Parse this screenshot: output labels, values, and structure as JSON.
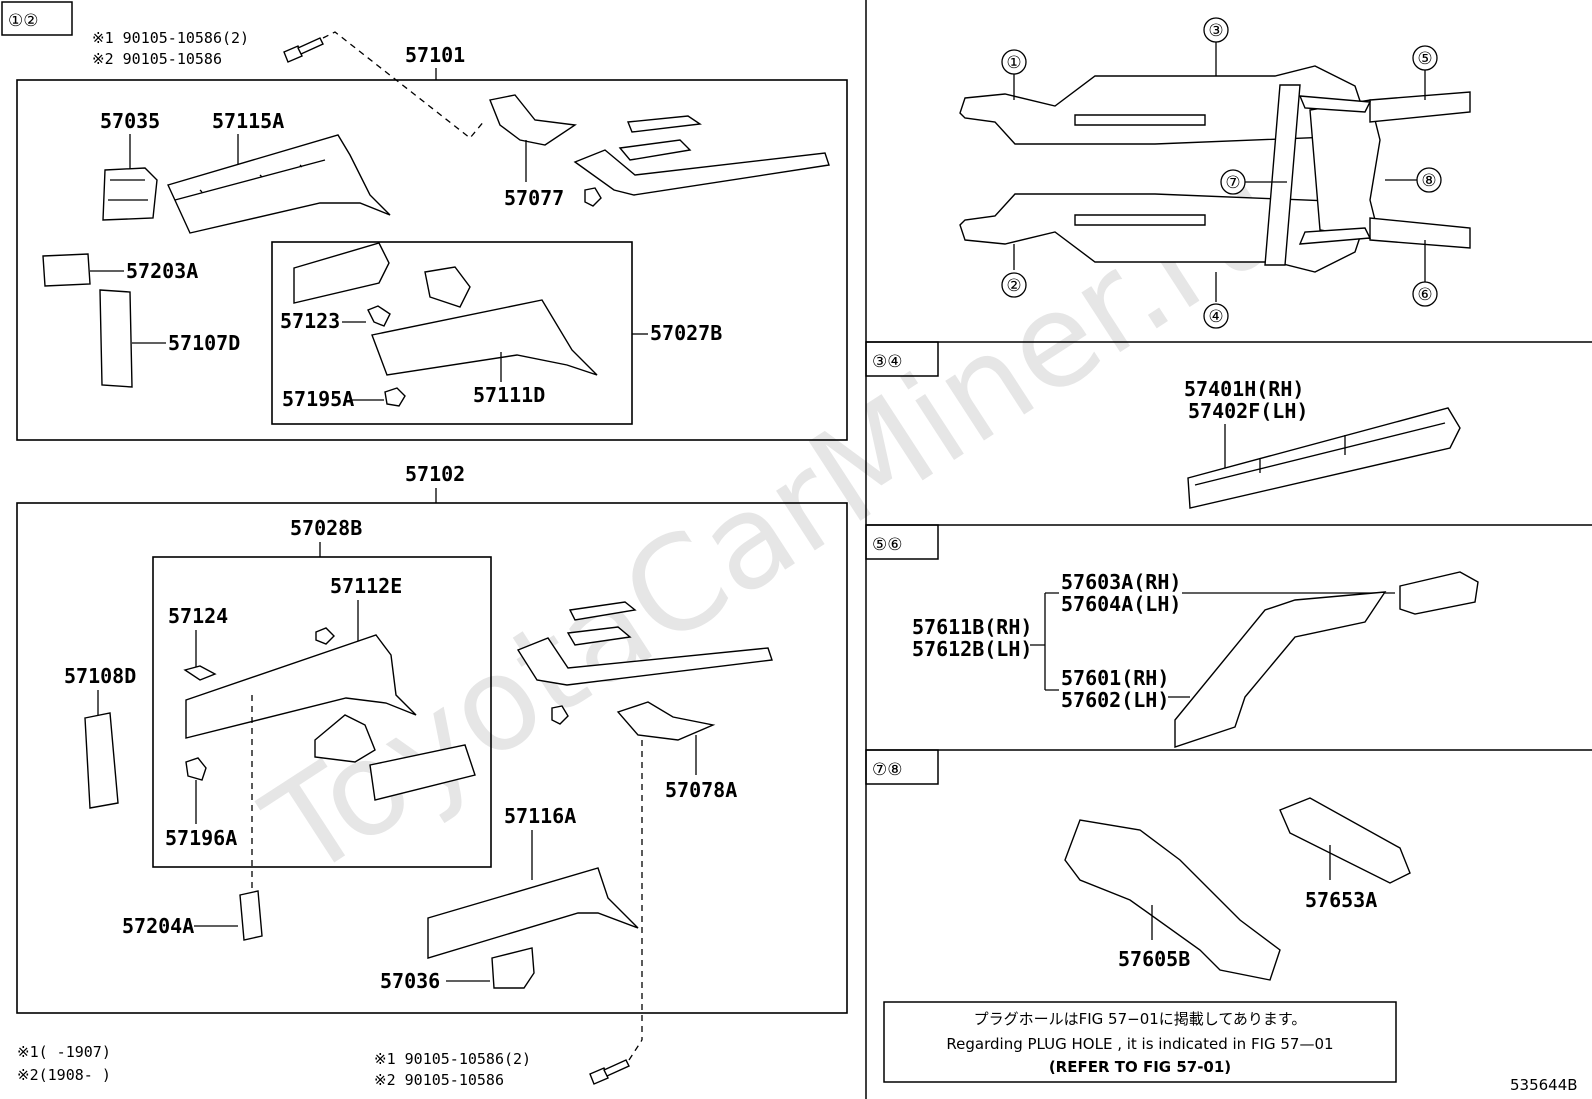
{
  "watermark": "ToyotaCarMiner.ru",
  "header_circles": [
    "①②"
  ],
  "bolt_top": {
    "line1": "※1 90105-10586(2)",
    "line2": "※2 90105-10586"
  },
  "bolt_bottom": {
    "line1": "※1 90105-10586(2)",
    "line2": "※2 90105-10586"
  },
  "footnotes": {
    "n1": "※1(    -1907)",
    "n2": "※2(1908-    )"
  },
  "group_top": "57101",
  "group_bottom": "57102",
  "labels_top": {
    "l57035": "57035",
    "l57115A": "57115A",
    "l57077": "57077",
    "l57203A": "57203A",
    "l57107D": "57107D",
    "l57123": "57123",
    "l57027B": "57027B",
    "l57195A": "57195A",
    "l57111D": "57111D"
  },
  "labels_bottom": {
    "l57028B": "57028B",
    "l57112E": "57112E",
    "l57124": "57124",
    "l57108D": "57108D",
    "l57196A": "57196A",
    "l57078A": "57078A",
    "l57116A": "57116A",
    "l57204A": "57204A",
    "l57036": "57036"
  },
  "overview_circles": [
    "①",
    "②",
    "③",
    "④",
    "⑤",
    "⑥",
    "⑦",
    "⑧"
  ],
  "sec34": {
    "tag": "③④",
    "rh": "57401H(RH)",
    "lh": "57402F(LH)"
  },
  "sec56": {
    "tag": "⑤⑥",
    "a_rh": "57603A(RH)",
    "a_lh": "57604A(LH)",
    "b_rh": "57611B(RH)",
    "b_lh": "57612B(LH)",
    "c_rh": "57601(RH)",
    "c_lh": "57602(LH)"
  },
  "sec78": {
    "tag": "⑦⑧",
    "l57653A": "57653A",
    "l57605B": "57605B"
  },
  "notice": {
    "jp": "プラグホールはFIG 57−01に掲載してあります。",
    "en": "Regarding  PLUG  HOLE , it is indicated in  FIG  57—01",
    "ref": "(REFER  TO  FIG  57-01)"
  },
  "figure_id": "535644B"
}
